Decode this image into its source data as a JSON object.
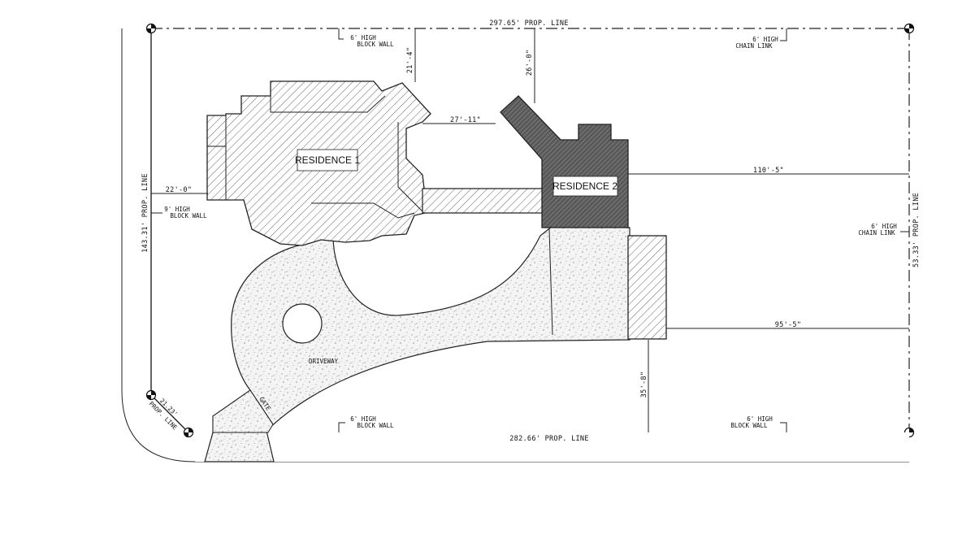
{
  "labels": {
    "top_prop_line": "297.65' PROP. LINE",
    "bottom_prop_line": "282.66' PROP. LINE",
    "left_prop_line": "143.31' PROP. LINE",
    "right_prop_line": "53.33' PROP. LINE",
    "corner_prop_line_num": "21.23'",
    "corner_prop_line_text": "PROP. LINE",
    "residence_1": "RESIDENCE 1",
    "residence_2": "RESIDENCE 2",
    "driveway": "DRIVEWAY",
    "gate": "GATE"
  },
  "dimensions": {
    "d_21_4": "21'-4\"",
    "d_26_0": "26'-0\"",
    "d_27_11": "27'-11\"",
    "d_22_0": "22'-0\"",
    "d_110_5": "110'-5\"",
    "d_95_5": "95'-5\"",
    "d_35_8": "35'-8\""
  },
  "wall_notes": {
    "top_block_wall_1": "6' HIGH",
    "top_block_wall_2": "BLOCK WALL",
    "top_chain_link_1": "6' HIGH",
    "top_chain_link_2": "CHAIN LINK",
    "left_block_wall_1": "9' HIGH",
    "left_block_wall_2": "BLOCK WALL",
    "right_chain_link_1": "6' HIGH",
    "right_chain_link_2": "CHAIN LINK",
    "bottom_block_wall_left_1": "6' HIGH",
    "bottom_block_wall_left_2": "BLOCK WALL",
    "bottom_block_wall_right_1": "6' HIGH",
    "bottom_block_wall_right_2": "BLOCK WALL"
  }
}
